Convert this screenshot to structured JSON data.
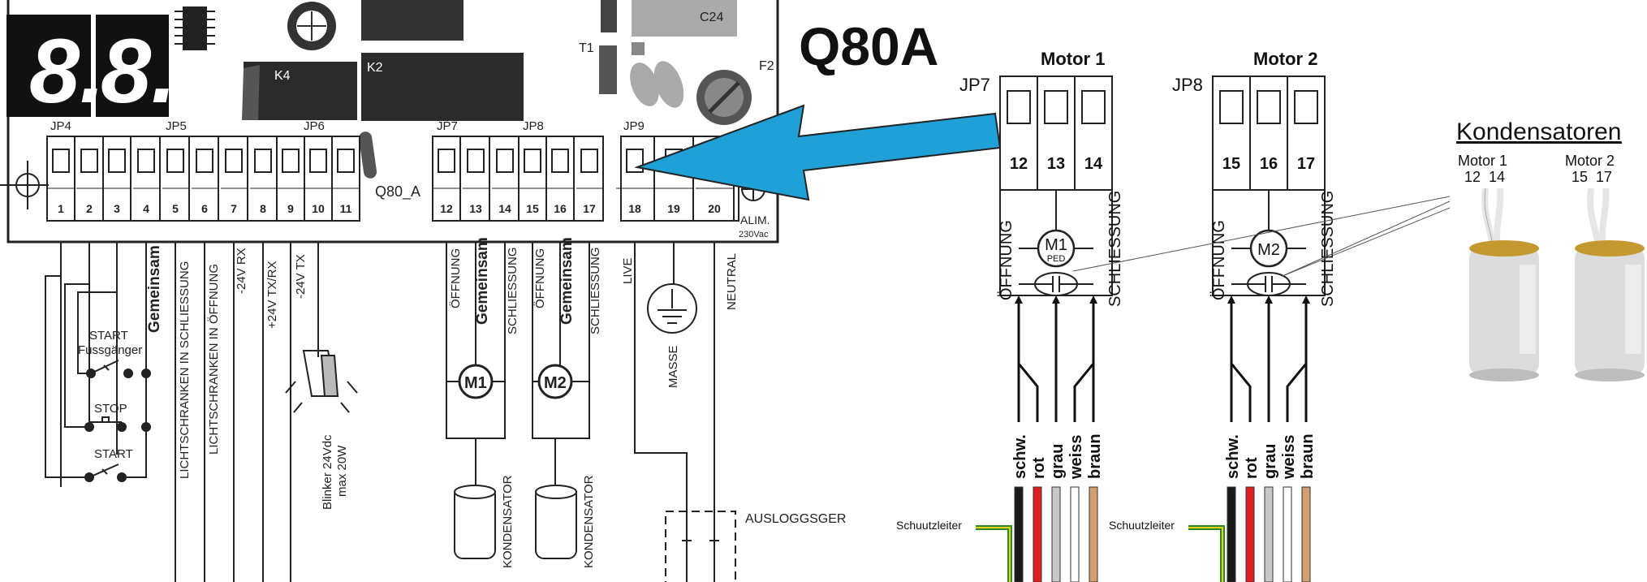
{
  "title": "Q80A",
  "board": {
    "board_label": "Q80_A",
    "display_chars": [
      "8.",
      "8."
    ],
    "components": {
      "k4": "K4",
      "k2": "K2",
      "c24": "C24",
      "t1": "T1",
      "f2": "F2"
    },
    "connectors": [
      "JP4",
      "JP5",
      "JP6",
      "JP7",
      "JP8",
      "JP9"
    ],
    "terminals": [
      "1",
      "2",
      "3",
      "4",
      "5",
      "6",
      "7",
      "8",
      "9",
      "10",
      "11",
      "12",
      "13",
      "14",
      "15",
      "16",
      "17",
      "18",
      "19",
      "20"
    ],
    "alim_label": "ALIM.",
    "alim_voltage": "230Vac",
    "wire_labels": {
      "t4": "Gemeinsam",
      "t5": "LICHTSCHRANKEN IN SCHLIESSUNG",
      "t6": "LICHTSCHRANKEN IN ÖFFNUNG",
      "t7": "-24V RX",
      "t8": "+24V TX/RX",
      "t9": "-24V TX",
      "t12": "ÖFFNUNG",
      "t13": "Gemeinsam",
      "t14": "SCHLIESSUNG",
      "t15": "ÖFFNUNG",
      "t16": "Gemeinsam",
      "t17": "SCHLIESSUNG",
      "t18": "LIVE",
      "t20": "NEUTRAL"
    },
    "switch_start_ped_line1": "START",
    "switch_start_ped_line2": "Fussgänger",
    "switch_stop": "STOP",
    "switch_start": "START",
    "blinker_line1": "Blinker 24Vdc",
    "blinker_line2": "max 20W",
    "motor1": "M1",
    "motor2": "M2",
    "kondensator": "KONDENSATOR",
    "masse": "MASSE",
    "ausloggsger": "AUSLOGGSGER"
  },
  "detail": {
    "motor1_title": "Motor 1",
    "motor2_title": "Motor 2",
    "jp7": "JP7",
    "jp8": "JP8",
    "motor1_terminals": [
      "12",
      "13",
      "14"
    ],
    "motor2_terminals": [
      "15",
      "16",
      "17"
    ],
    "motor1_symbol": "M1",
    "motor1_ped": "PED",
    "motor2_symbol": "M2",
    "oeffnung": "ÖFFNUNG",
    "schliessung": "SCHLIESSUNG",
    "wires": [
      "schw.",
      "rot",
      "grau",
      "weiss",
      "braun"
    ],
    "wire_colors": [
      "#1a1a1a",
      "#e02020",
      "#c8c8c8",
      "#ffffff",
      "#d2a070"
    ],
    "schutzleiter": "Schuutzleiter"
  },
  "capacitors": {
    "title": "Kondensatoren",
    "motor1_label": "Motor 1",
    "motor1_pins": "12  14",
    "motor2_label": "Motor 2",
    "motor2_pins": "15  17"
  },
  "colors": {
    "arrow": "#1fa0d6",
    "ground_green": "#2a8a2a",
    "ground_yellow": "#e8d020"
  }
}
